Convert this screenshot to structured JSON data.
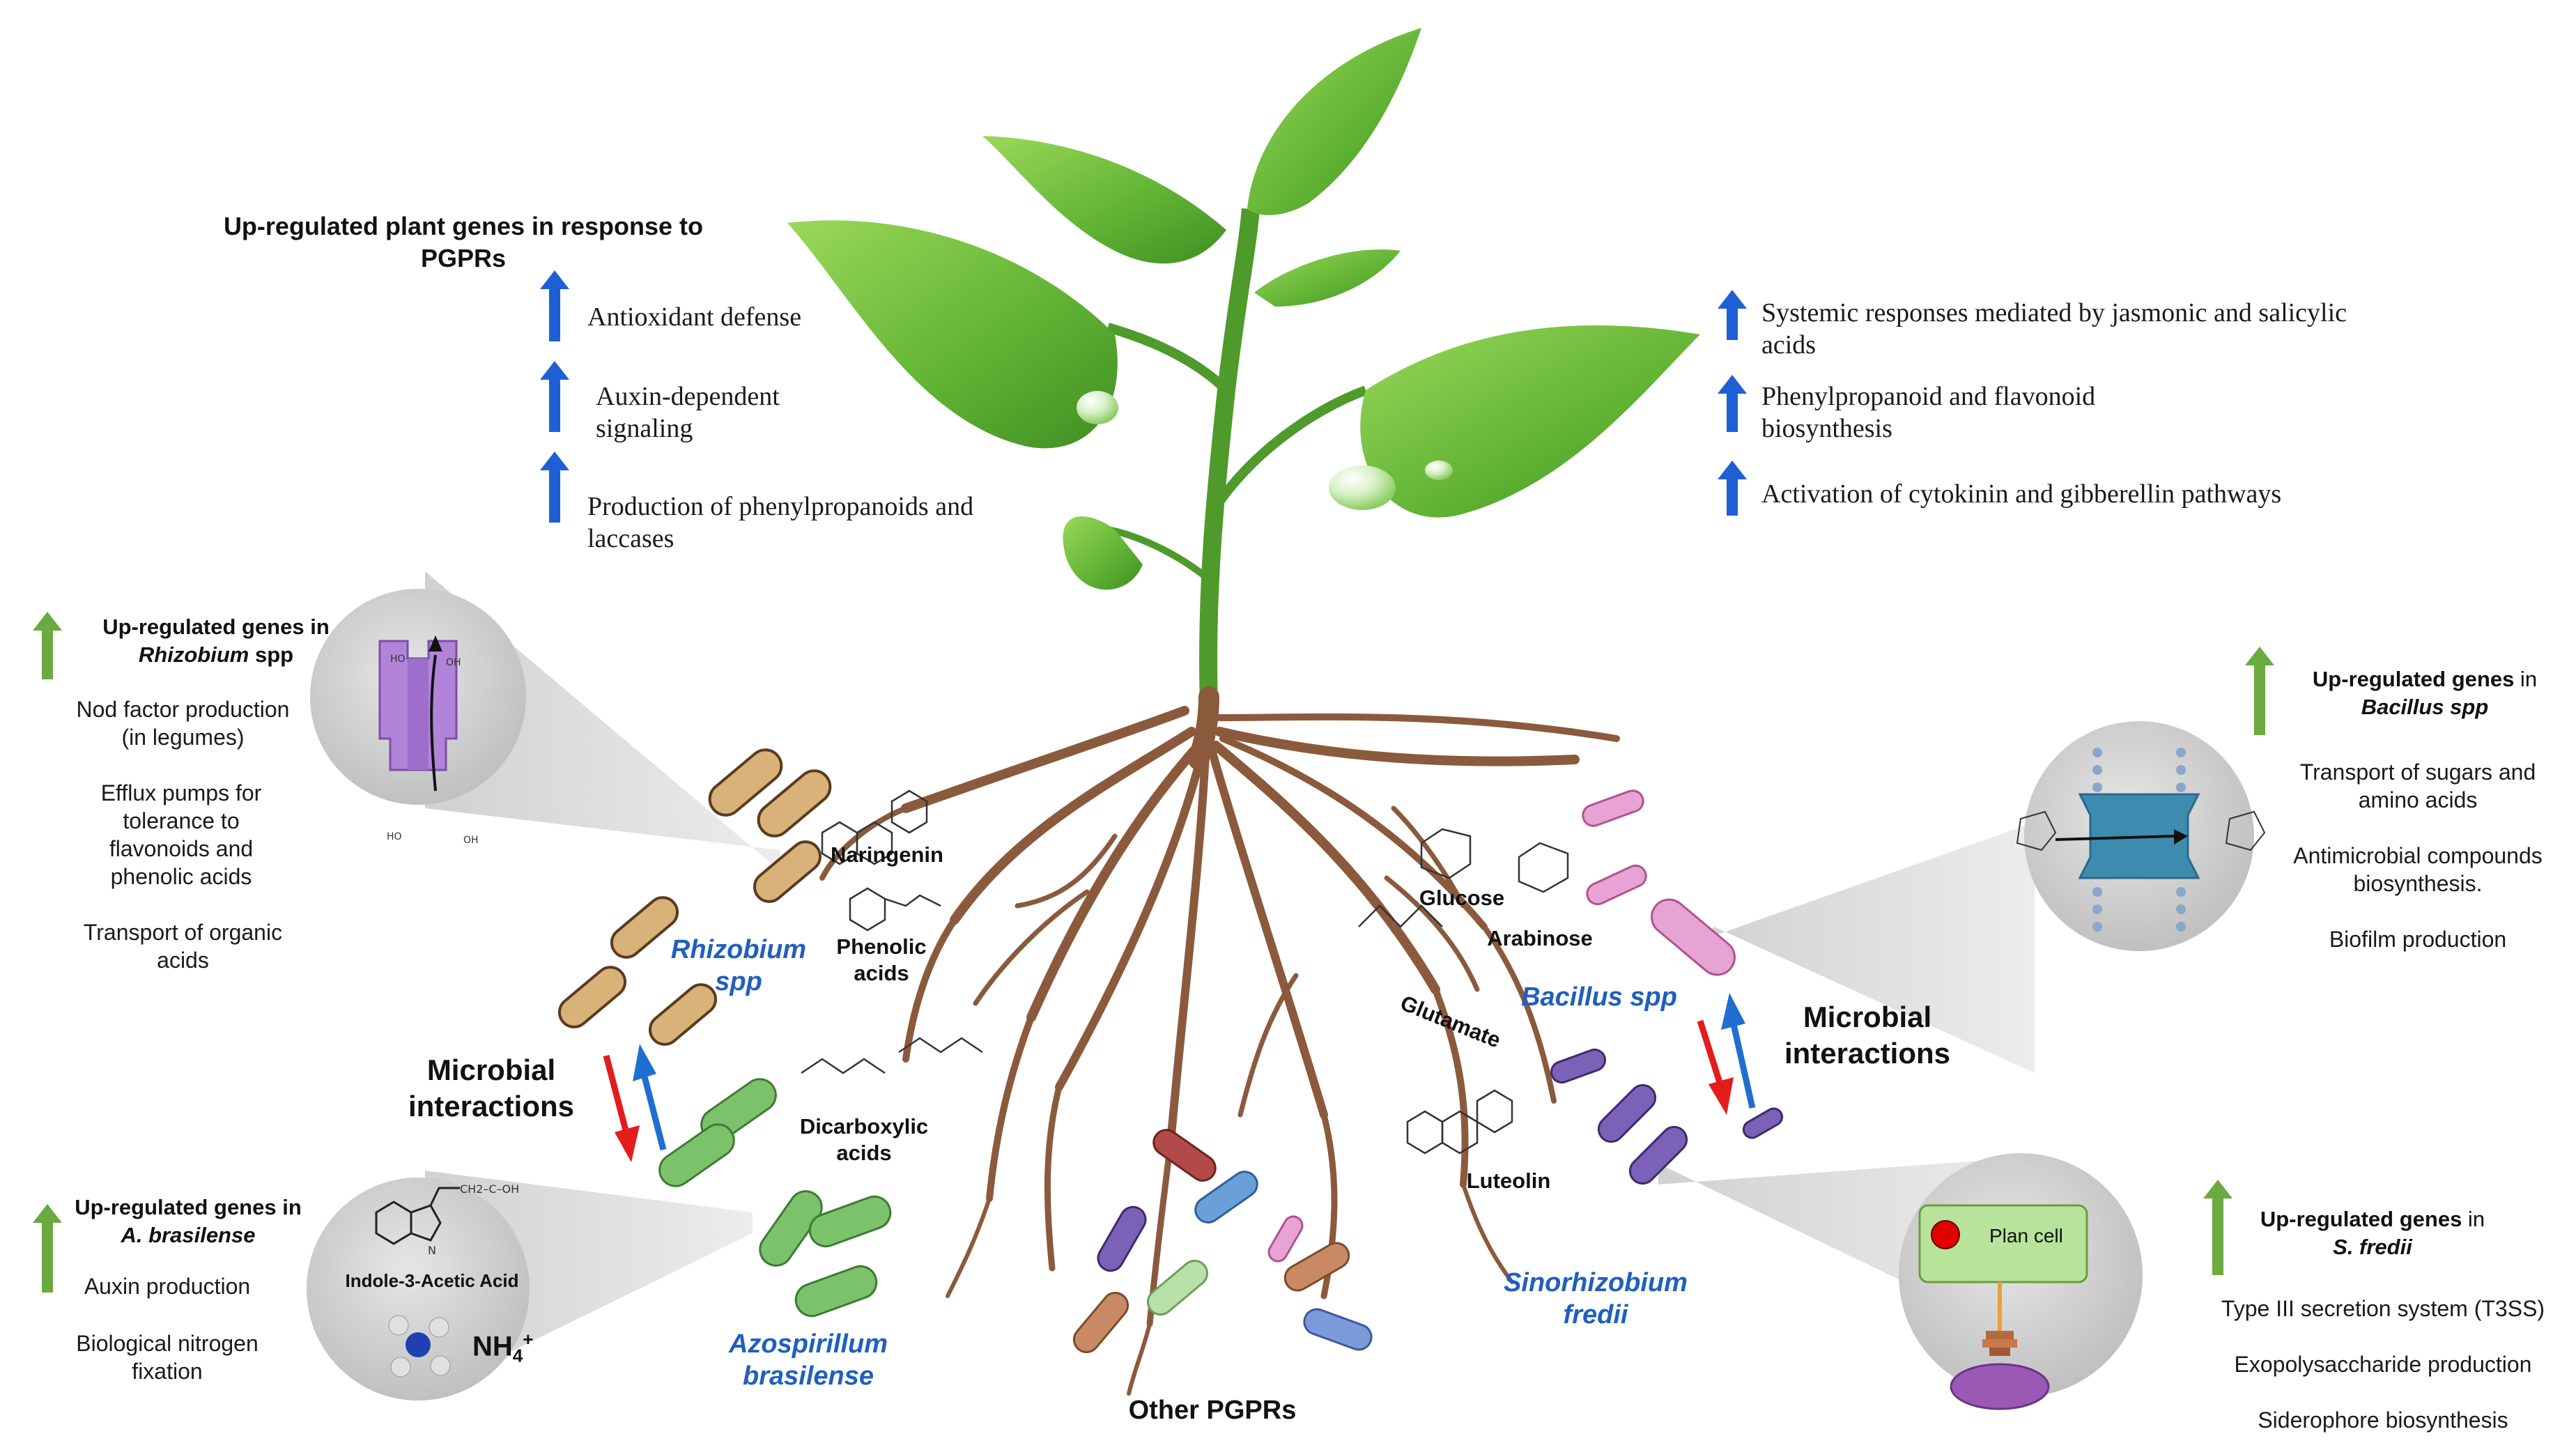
{
  "plant_genes": {
    "title": "Up-regulated plant genes in response to PGPRs",
    "left": [
      "Antioxidant defense",
      "Auxin-dependent signaling",
      "Production of phenylpropanoids and laccases"
    ],
    "right": [
      "Systemic responses mediated by jasmonic and salicylic acids",
      "Phenylpropanoid and flavonoid biosynthesis",
      "Activation of cytokinin and gibberellin pathways"
    ]
  },
  "rhizobium_panel": {
    "heading_prefix": "Up-regulated genes  in",
    "heading_species": "Rhizobium",
    "heading_suffix": " spp",
    "items": [
      "Nod factor production (in legumes)",
      "Efflux pumps for tolerance to flavonoids and phenolic acids",
      "Transport of organic acids"
    ]
  },
  "azospirillum_panel": {
    "heading_prefix": "Up-regulated genes in",
    "heading_species": "A. brasilense",
    "items": [
      "Auxin production",
      "Biological nitrogen fixation"
    ],
    "iaa_label": "Indole-3-Acetic Acid",
    "nh4_base": "NH",
    "nh4_sub": "4",
    "nh4_sup": "+"
  },
  "bacillus_panel": {
    "heading_prefix": "Up-regulated genes",
    "heading_suffix": " in",
    "heading_species": "Bacillus spp",
    "items": [
      "Transport  of sugars and amino acids",
      "Antimicrobial compounds biosynthesis.",
      "Biofilm production"
    ]
  },
  "sfredii_panel": {
    "heading_prefix": "Up-regulated genes",
    "heading_suffix": " in",
    "heading_species": "S. fredii",
    "items": [
      "Type III secretion system (T3SS)",
      "Exopolysaccharide production",
      "Siderophore biosynthesis"
    ],
    "plan_cell": "Plan cell"
  },
  "molecules": {
    "naringenin": "Naringenin",
    "phenolic": "Phenolic acids",
    "dicarboxylic": "Dicarboxylic acids",
    "glucose": "Glucose",
    "arabinose": "Arabinose",
    "glutamate": "Glutamate",
    "luteolin": "Luteolin"
  },
  "species": {
    "rhizobium": "Rhizobium spp",
    "azospirillum": "Azospirillum brasilense",
    "bacillus": "Bacillus spp",
    "sinorhizobium": "Sinorhizobium fredii",
    "other": "Other PGPRs"
  },
  "microbial_interactions": "Microbial interactions",
  "colors": {
    "leaf": "#6fbf3b",
    "root": "#8b5a3c",
    "blue_arrow": "#1f5fd6",
    "green_arrow": "#6aaa3f",
    "red_arrow": "#e31c1c",
    "species_text": "#1f5fbf"
  }
}
